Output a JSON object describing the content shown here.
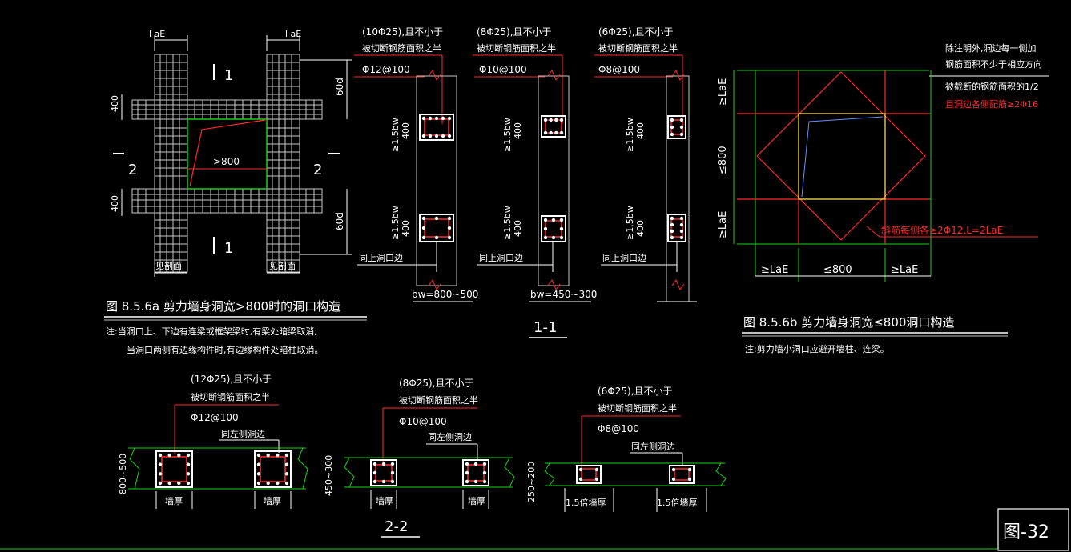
{
  "colors": {
    "background": "#000000",
    "wall": "#c8c8c8",
    "green": "#19d219",
    "red": "#ff2a2a",
    "dim": "#ffffff",
    "yellow": "#e8e850"
  },
  "fig_a": {
    "lat_left": "l aE",
    "lat_right": "l aE",
    "mark_top": "1",
    "mark_bottom": "1",
    "mark_left": "2",
    "mark_right": "2",
    "dim_400_top": "400",
    "dim_400_bottom": "400",
    "dim_60d_top": "60d",
    "dim_60d_bottom": "60d",
    "gt800": ">800",
    "cut_left": "见剖面",
    "cut_right": "见剖面",
    "caption": "图 8.5.6a 剪力墙身洞宽>800时的洞口构造",
    "note1": "注:当洞口上、下边有连梁或框架梁时,有梁处暗梁取消;",
    "note2": "当洞口两侧有边缘构件时,有边缘构件处暗柱取消。"
  },
  "sec11": {
    "c1_bars": "(10Φ25),且不小于",
    "c1_half": "被切断钢筋面积之半",
    "c1_stirrup": "Φ12@100",
    "c2_bars": "(8Φ25),且不小于",
    "c2_half": "被切断钢筋面积之半",
    "c2_stirrup": "Φ10@100",
    "c3_bars": "(6Φ25),且不小于",
    "c3_half": "被切断钢筋面积之半",
    "c3_stirrup": "Φ8@100",
    "h15bw": "≥1.5bw",
    "d400": "400",
    "same_side": "同上洞口边",
    "bw1": "bw=800~500",
    "bw2": "bw=450~300",
    "label": "1-1"
  },
  "fig_b": {
    "note1": "除注明外,洞边每一侧加",
    "note2": "钢筋面积不少于相应方向",
    "note3": "被截断的钢筋面积的1/2",
    "note4": "且洞边各侧配筋≥2Φ16",
    "lae_top": "≥LaE",
    "le800_v": "≤800",
    "lae_bottom": "≥LaE",
    "diag_note": "斜筋每侧各≥2Φ12,L=2LaE",
    "lae_left": "≥LaE",
    "le800_h": "≤800",
    "lae_right": "≥LaE",
    "caption": "图 8.5.6b 剪力墙身洞宽≤800洞口构造",
    "note": "注:剪力墙小洞口应避开墙柱、连梁。"
  },
  "sec22": {
    "a_bars": "(12Φ25),且不小于",
    "a_half": "被切断钢筋面积之半",
    "a_stirrup": "Φ12@100",
    "a_same": "同左侧洞边",
    "a_dim": "800~500",
    "a_wall1": "墙厚",
    "a_wall2": "墙厚",
    "b_bars": "(8Φ25),且不小于",
    "b_half": "被切断钢筋面积之半",
    "b_stirrup": "Φ10@100",
    "b_same": "同左侧洞边",
    "b_dim": "450~300",
    "b_wall1": "墙厚",
    "b_wall2": "墙厚",
    "c_bars": "(6Φ25),且不小于",
    "c_half": "被切断钢筋面积之半",
    "c_stirrup": "Φ8@100",
    "c_same": "同左侧洞边",
    "c_dim": "250~200",
    "c_wall1": "1.5倍墙厚",
    "c_wall2": "1.5倍墙厚",
    "label": "2-2"
  },
  "figure_no": "图-32"
}
